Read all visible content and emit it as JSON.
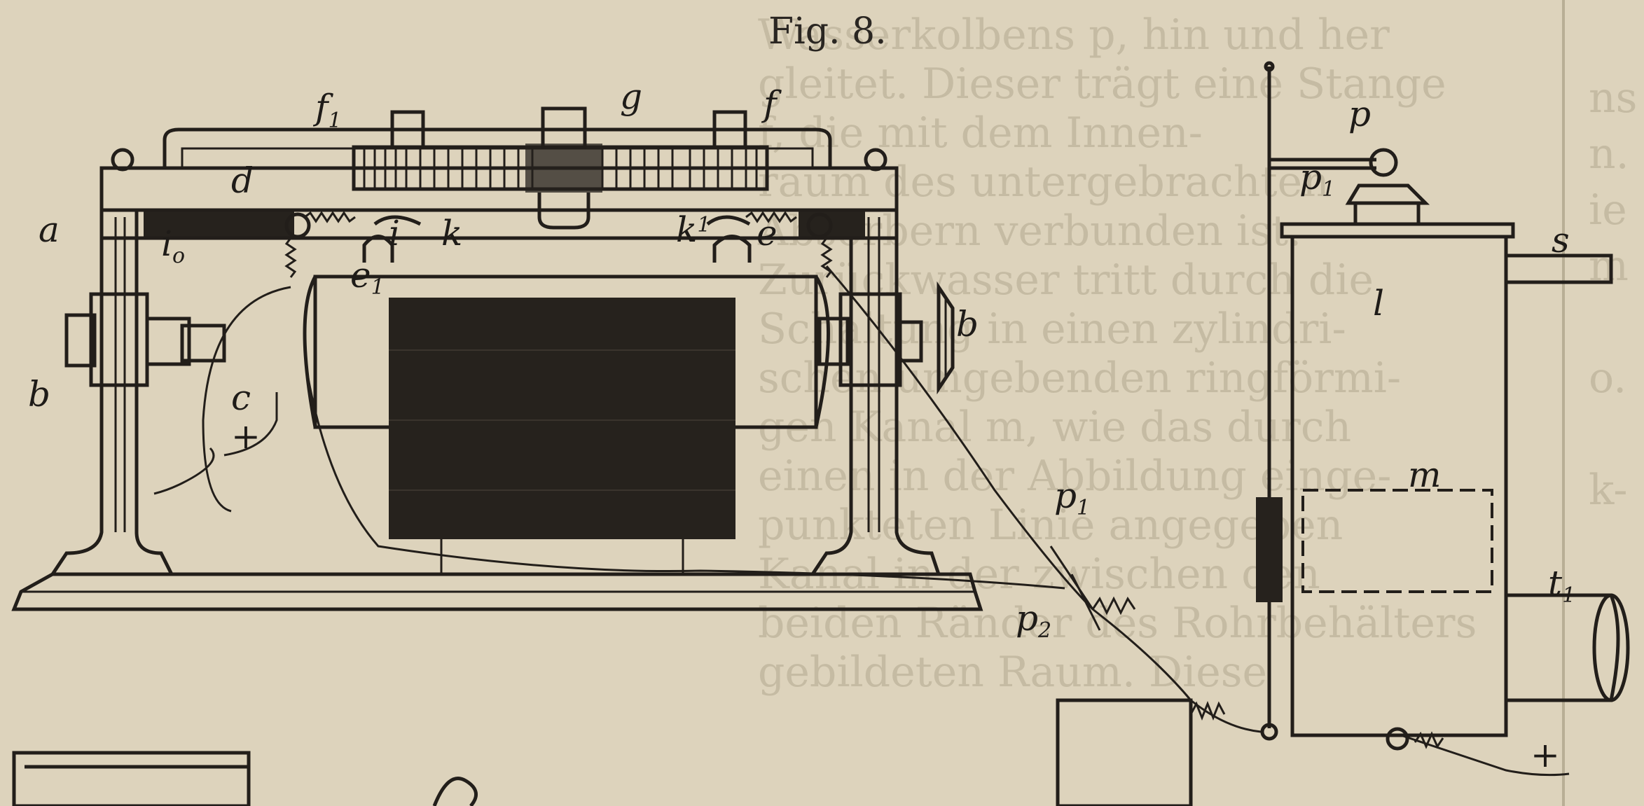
{
  "figure": {
    "caption": "Fig. 8."
  },
  "labels": {
    "f1_main": "f",
    "f1_sub": "1",
    "g": "g",
    "f": "f",
    "d": "d",
    "a": "a",
    "i0_main": "i",
    "i0_sub": "o",
    "i": "i",
    "k": "k",
    "k1_main": "k",
    "k1_sub": "1",
    "e": "e",
    "e1_main": "e",
    "e1_sub": "1",
    "b_left": "b",
    "b_right": "b",
    "c": "c",
    "plus_left": "+",
    "p": "p",
    "p1_main": "p",
    "p1_sub": "1",
    "l": "l",
    "s": "s",
    "m": "m",
    "t1_main": "t",
    "t1_sub": "1",
    "p1_wire_main": "p",
    "p1_wire_sub": "1",
    "p2_main": "p",
    "p2_sub": "2",
    "plus_right": "+"
  },
  "bleed_through": {
    "lines": [
      "Wasserkolbens p, hin und her",
      "gleitet. Dieser trägt eine Stange",
      "f, die mit dem Innen-",
      "raum des untergebrachten",
      "Absorbern verbunden ist.",
      "Zurückwasser tritt durch die",
      "Schaltung in einen zylindri-",
      "schen umgebenden ringförmi-",
      "gen Kanal m, wie das durch",
      "einen in der Abbildung einge-",
      "punkteten Linie angegeben",
      "Kanal in der zwischen den",
      "beiden Ränder des Rohrbehälters",
      "gebildeten Raum. Diese"
    ],
    "margin_fragments": [
      "ns",
      "n.",
      "ie",
      "m",
      "o.",
      "k-"
    ]
  }
}
